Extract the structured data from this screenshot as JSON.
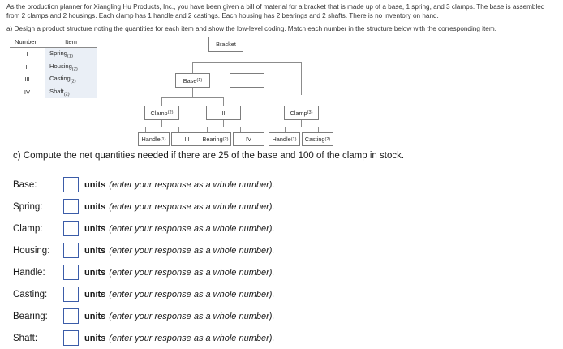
{
  "intro": {
    "paragraph": "As the production planner for Xiangling Hu Products, Inc., you have been given a bill of material for a bracket that is made up of a base, 1 spring, and 3 clamps. The base is assembled from 2 clamps and 2 housings. Each clamp has 1 handle and 2 castings. Each housing has 2 bearings and 2 shafts. There is no inventory on hand.",
    "part_a": "a) Design a product structure noting the quantities for each item and show the low-level coding. Match each number in the structure below with the corresponding item."
  },
  "legend": {
    "headers": [
      "Number",
      "Item"
    ],
    "rows": [
      {
        "number": "I",
        "item": "Spring",
        "qty": "(1)"
      },
      {
        "number": "II",
        "item": "Housing",
        "qty": "(2)"
      },
      {
        "number": "III",
        "item": "Casting",
        "qty": "(2)"
      },
      {
        "number": "IV",
        "item": "Shaft",
        "qty": "(2)"
      }
    ]
  },
  "tree": {
    "nodes": [
      {
        "id": "bracket",
        "label": "Bracket",
        "qty": ""
      },
      {
        "id": "base",
        "label": "Base",
        "qty": "(1)"
      },
      {
        "id": "roman1",
        "label": "I",
        "qty": ""
      },
      {
        "id": "clamp2",
        "label": "Clamp",
        "qty": "(2)"
      },
      {
        "id": "roman2",
        "label": "II",
        "qty": ""
      },
      {
        "id": "clamp3",
        "label": "Clamp",
        "qty": "(3)"
      },
      {
        "id": "handle1a",
        "label": "Handle",
        "qty": "(1)"
      },
      {
        "id": "roman3",
        "label": "III",
        "qty": ""
      },
      {
        "id": "bearing2",
        "label": "Bearing",
        "qty": "(2)"
      },
      {
        "id": "roman4",
        "label": "IV",
        "qty": ""
      },
      {
        "id": "handle1b",
        "label": "Handle",
        "qty": "(1)"
      },
      {
        "id": "casting2",
        "label": "Casting",
        "qty": "(2)"
      }
    ]
  },
  "part_c": {
    "prompt": "c) Compute the net quantities needed if there are 25 of the base and 100 of the clamp in stock.",
    "units_label": "units",
    "hint": "(enter your response as a whole number).",
    "rows": [
      {
        "label": "Base:",
        "value": ""
      },
      {
        "label": "Spring:",
        "value": ""
      },
      {
        "label": "Clamp:",
        "value": ""
      },
      {
        "label": "Housing:",
        "value": ""
      },
      {
        "label": "Handle:",
        "value": ""
      },
      {
        "label": "Casting:",
        "value": ""
      },
      {
        "label": "Bearing:",
        "value": ""
      },
      {
        "label": "Shaft:",
        "value": ""
      }
    ]
  },
  "colors": {
    "input_border": "#3b5ca8",
    "node_border": "#7d7d7d",
    "legend_cell_bg": "#eaeff6"
  }
}
